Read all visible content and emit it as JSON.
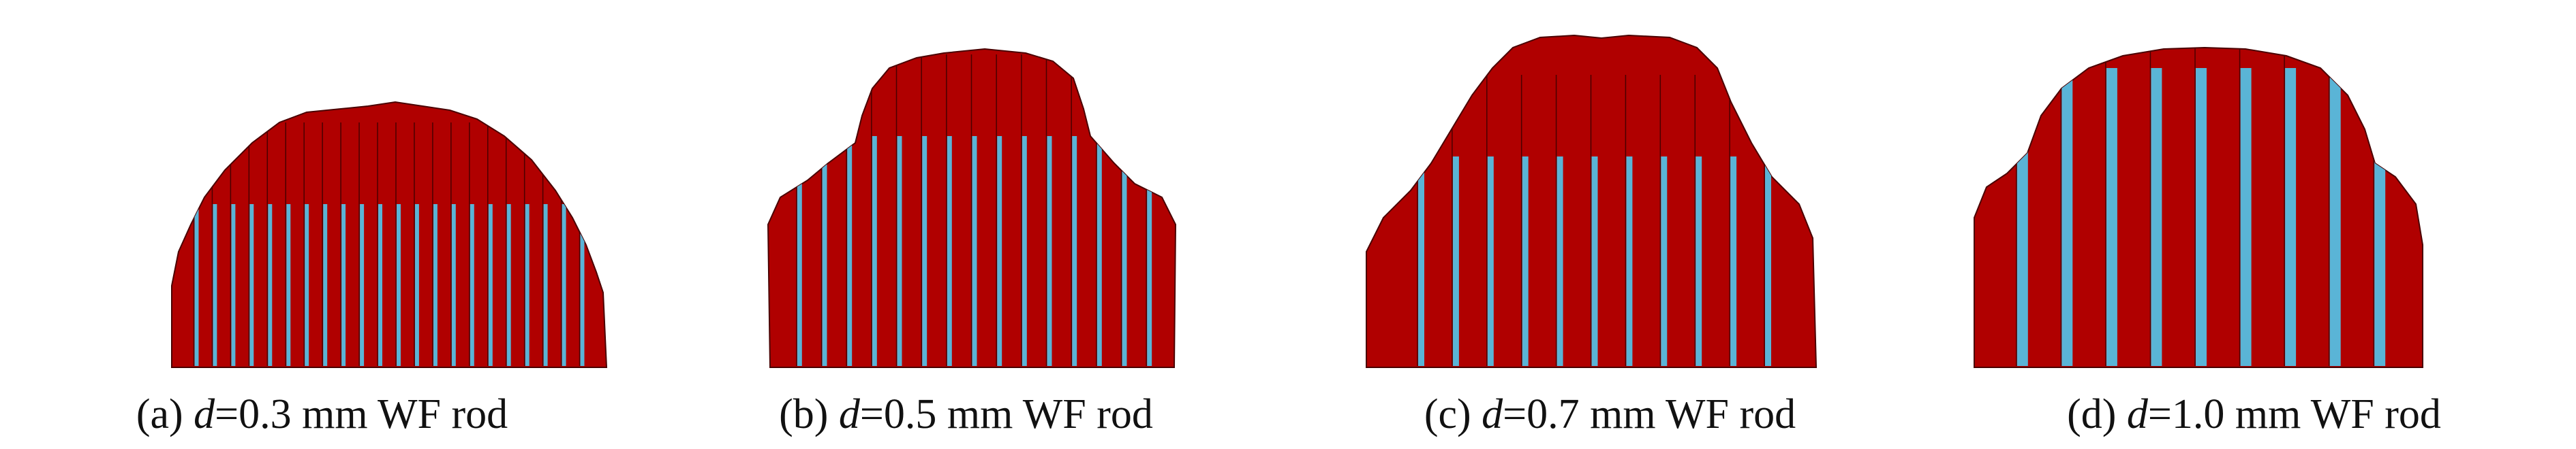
{
  "colors": {
    "fiber": "#b00000",
    "fiber_edge": "#4a0000",
    "rod": "#5ab4d6",
    "background": "#ffffff"
  },
  "panels": [
    {
      "label": "(a)",
      "var": "d",
      "value": "=0.3 mm WF rod",
      "rod_count": 22
    },
    {
      "label": "(b)",
      "var": "d",
      "value": "=0.5 mm WF rod",
      "rod_count": 15
    },
    {
      "label": "(c)",
      "var": "d",
      "value": "=0.7 mm WF rod",
      "rod_count": 11
    },
    {
      "label": "(d)",
      "var": "d",
      "value": "=1.0 mm WF rod",
      "rod_count": 9
    }
  ]
}
